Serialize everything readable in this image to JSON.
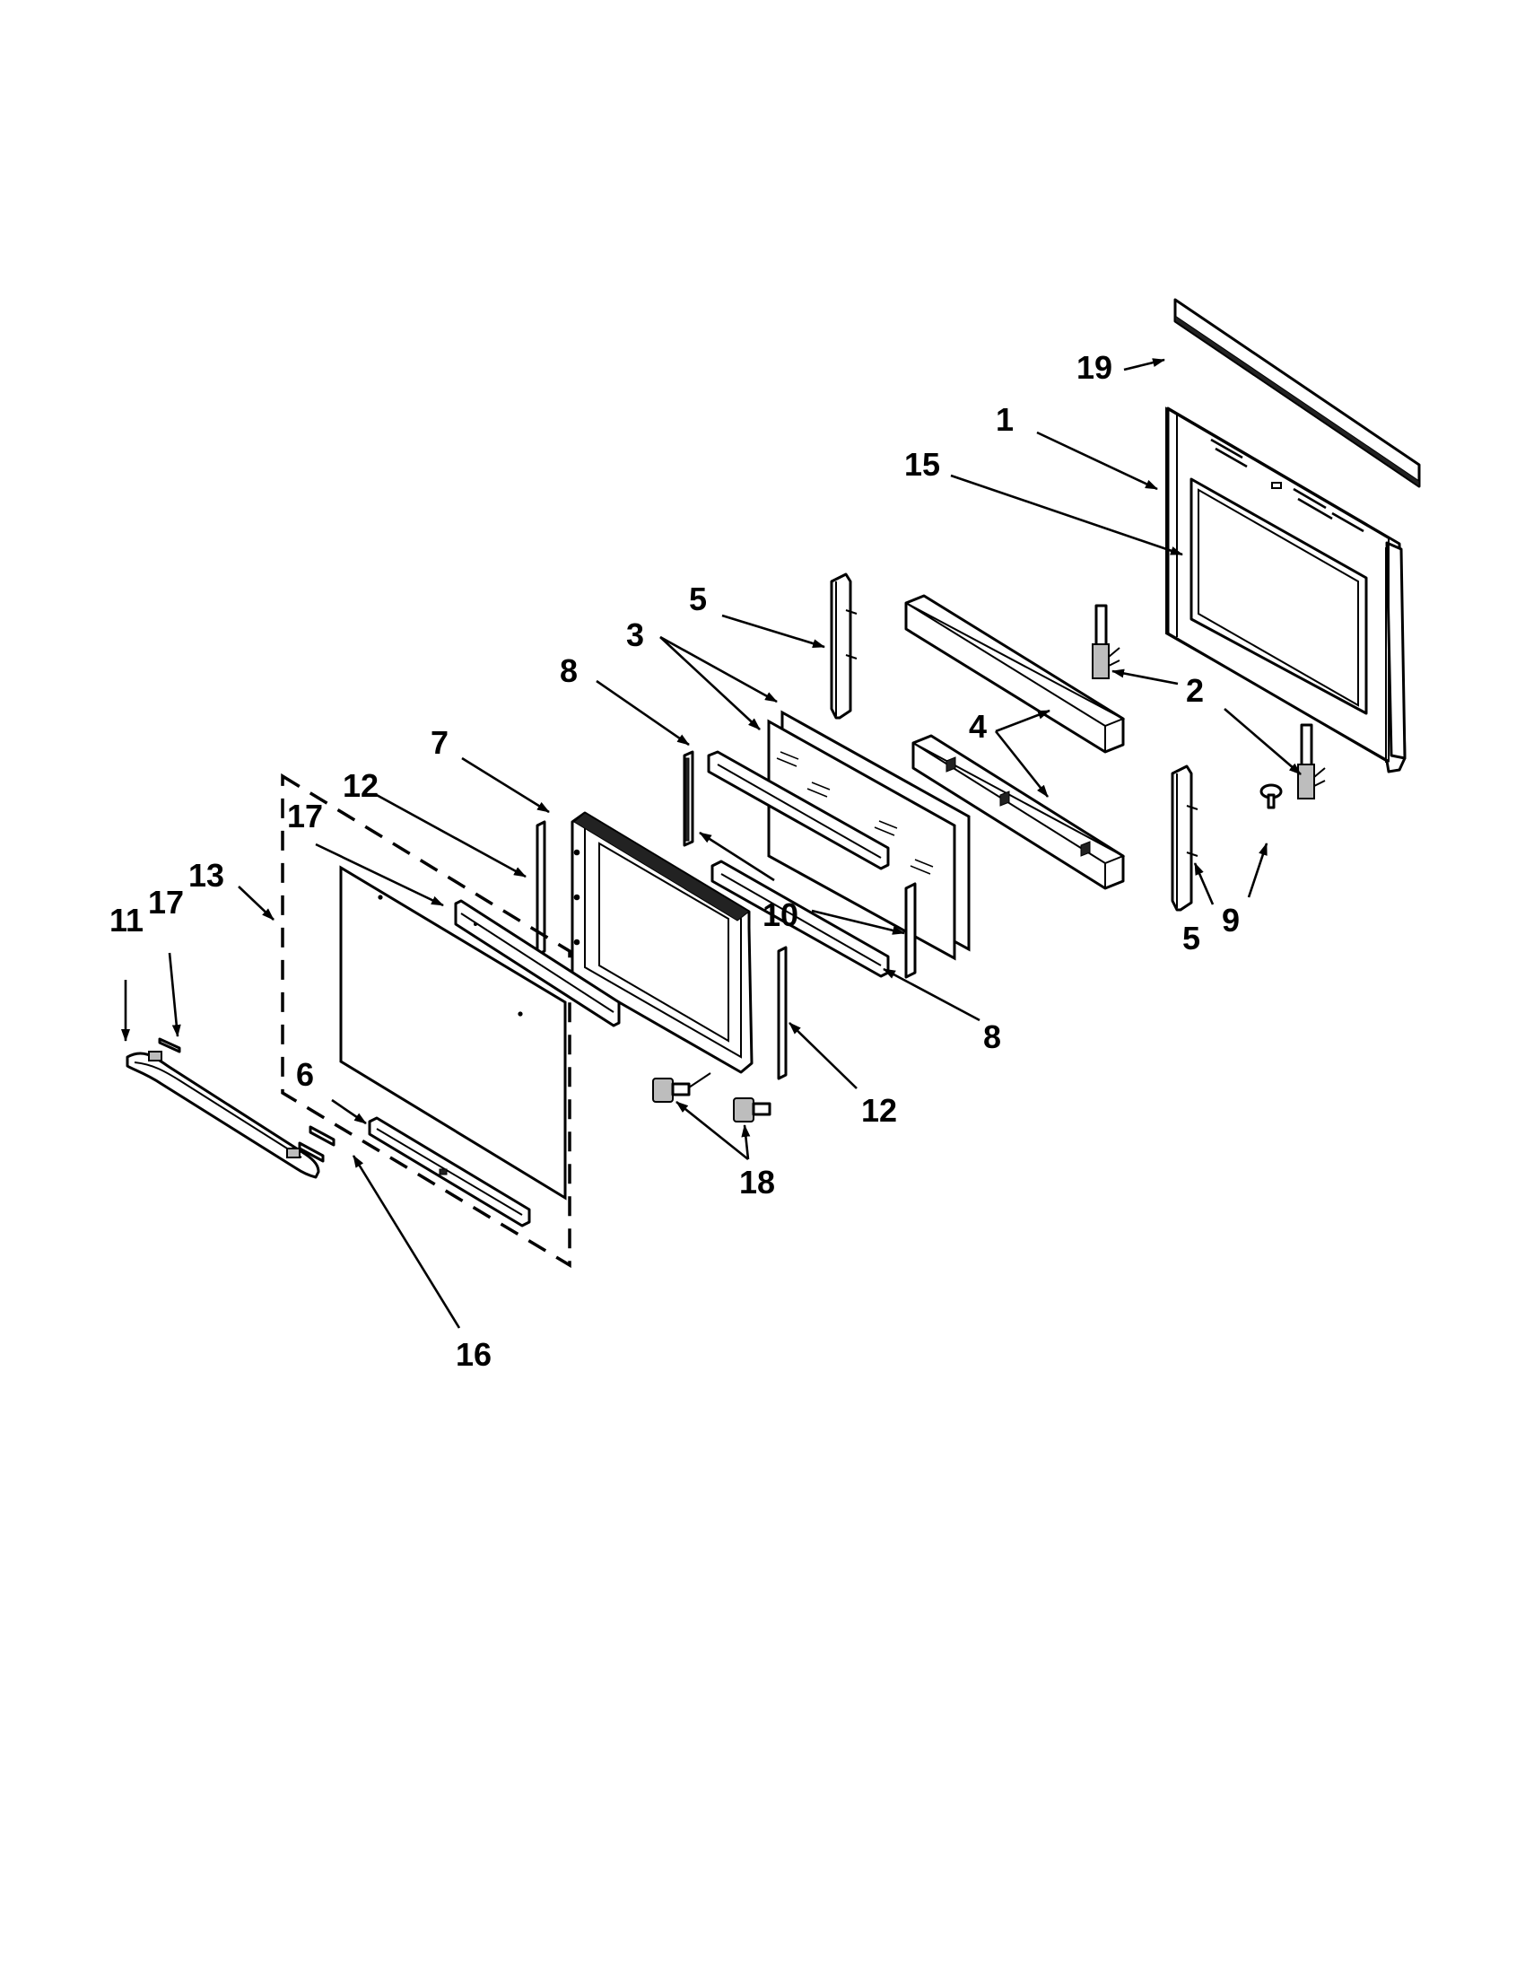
{
  "diagram": {
    "callouts": {
      "c1": "1",
      "c2": "2",
      "c3": "3",
      "c4": "4",
      "c5a": "5",
      "c5b": "5",
      "c6": "6",
      "c7": "7",
      "c8a": "8",
      "c8b": "8",
      "c9": "9",
      "c10": "10",
      "c11": "11",
      "c12a": "12",
      "c12b": "12",
      "c13": "13",
      "c15": "15",
      "c16": "16",
      "c17a": "17",
      "c17b": "17",
      "c18": "18",
      "c19": "19"
    }
  }
}
